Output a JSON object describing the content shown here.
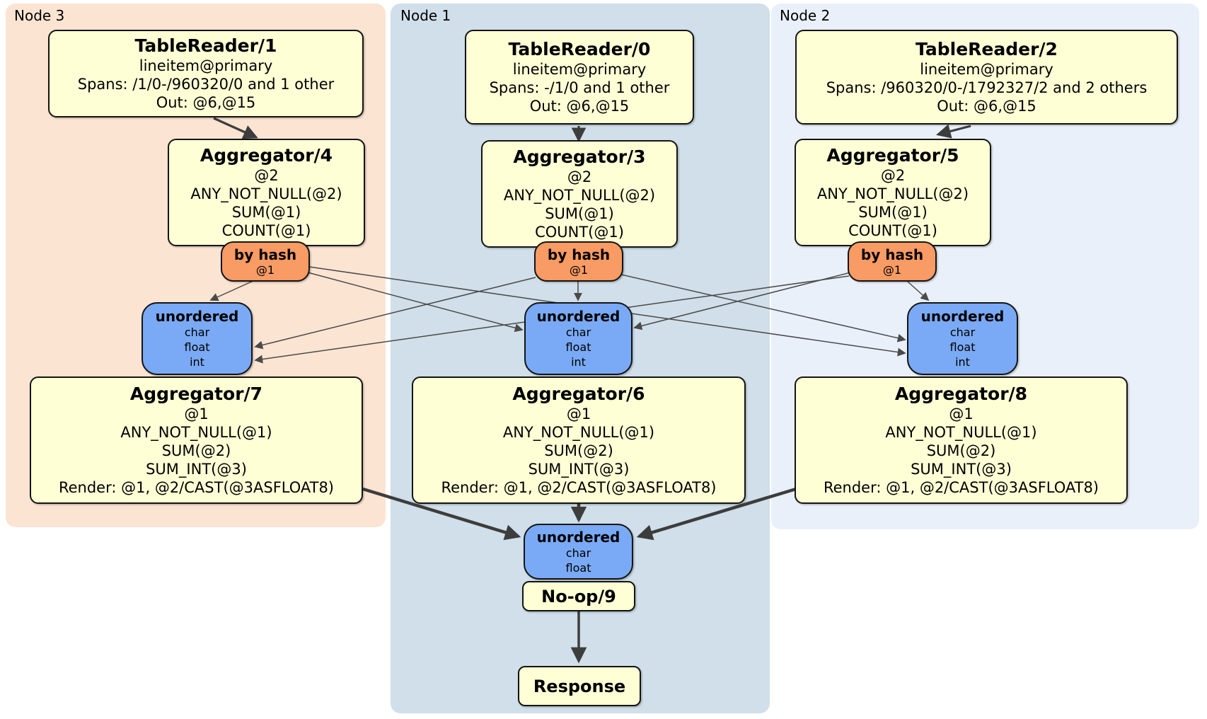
{
  "colors": {
    "panel_node3": "#fce4d3",
    "panel_node1": "#d0dfe9",
    "panel_node2": "#eaf0f9",
    "processor_fill": "#ffffd6",
    "router_fill": "#f89b64",
    "sync_fill": "#7aaaf5",
    "edge_thin": "#4a4a4a",
    "edge_thick": "#3d3d3d"
  },
  "panels": [
    {
      "label": "Node 3"
    },
    {
      "label": "Node 1"
    },
    {
      "label": "Node 2"
    }
  ],
  "processors": {
    "tr1": {
      "title": "TableReader/1",
      "lines": [
        "lineitem@primary",
        "Spans: /1/0-/960320/0 and 1 other",
        "Out: @6,@15"
      ]
    },
    "tr0": {
      "title": "TableReader/0",
      "lines": [
        "lineitem@primary",
        "Spans: -/1/0 and 1 other",
        "Out: @6,@15"
      ]
    },
    "tr2": {
      "title": "TableReader/2",
      "lines": [
        "lineitem@primary",
        "Spans: /960320/0-/1792327/2 and 2 others",
        "Out: @6,@15"
      ]
    },
    "agg4": {
      "title": "Aggregator/4",
      "lines": [
        "@2",
        "ANY_NOT_NULL(@2)",
        "SUM(@1)",
        "COUNT(@1)"
      ]
    },
    "agg3": {
      "title": "Aggregator/3",
      "lines": [
        "@2",
        "ANY_NOT_NULL(@2)",
        "SUM(@1)",
        "COUNT(@1)"
      ]
    },
    "agg5": {
      "title": "Aggregator/5",
      "lines": [
        "@2",
        "ANY_NOT_NULL(@2)",
        "SUM(@1)",
        "COUNT(@1)"
      ]
    },
    "agg7": {
      "title": "Aggregator/7",
      "lines": [
        "@1",
        "ANY_NOT_NULL(@1)",
        "SUM(@2)",
        "SUM_INT(@3)",
        "Render: @1, @2/CAST(@3ASFLOAT8)"
      ]
    },
    "agg6": {
      "title": "Aggregator/6",
      "lines": [
        "@1",
        "ANY_NOT_NULL(@1)",
        "SUM(@2)",
        "SUM_INT(@3)",
        "Render: @1, @2/CAST(@3ASFLOAT8)"
      ]
    },
    "agg8": {
      "title": "Aggregator/8",
      "lines": [
        "@1",
        "ANY_NOT_NULL(@1)",
        "SUM(@2)",
        "SUM_INT(@3)",
        "Render: @1, @2/CAST(@3ASFLOAT8)"
      ]
    },
    "noop": {
      "title": "No-op/9"
    },
    "response": {
      "title": "Response"
    }
  },
  "routers": {
    "hash3": {
      "title": "by hash",
      "detail": "@1"
    },
    "hash1": {
      "title": "by hash",
      "detail": "@1"
    },
    "hash2": {
      "title": "by hash",
      "detail": "@1"
    }
  },
  "syncs": {
    "sync3": {
      "title": "unordered",
      "items": [
        "char",
        "float",
        "int"
      ]
    },
    "sync1": {
      "title": "unordered",
      "items": [
        "char",
        "float",
        "int"
      ]
    },
    "sync2": {
      "title": "unordered",
      "items": [
        "char",
        "float",
        "int"
      ]
    },
    "final": {
      "title": "unordered",
      "items": [
        "char",
        "float"
      ]
    }
  }
}
